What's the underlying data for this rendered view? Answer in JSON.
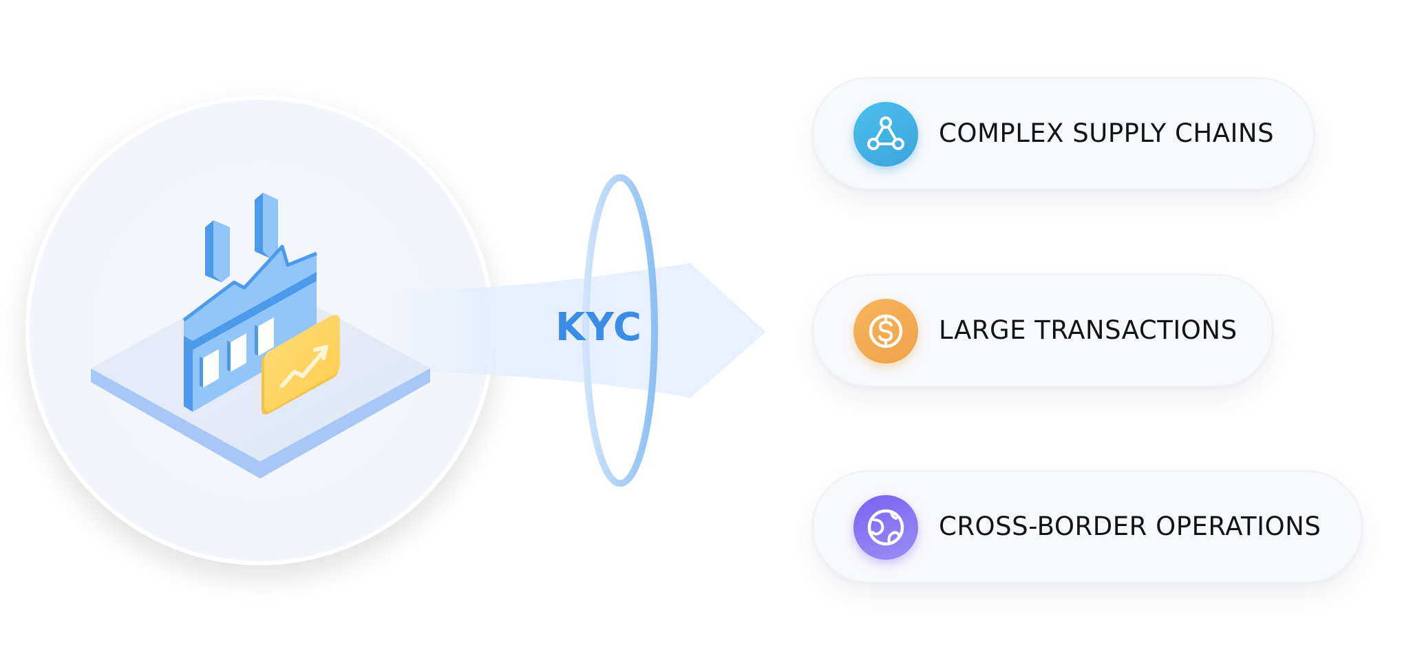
{
  "diagram": {
    "center_label": "KYC",
    "items": [
      {
        "label": "COMPLEX SUPPLY CHAINS",
        "icon": "network-nodes-icon",
        "color": "#3aa4dc"
      },
      {
        "label": "LARGE TRANSACTIONS",
        "icon": "dollar-coin-icon",
        "color": "#eda24a"
      },
      {
        "label": "CROSS-BORDER OPERATIONS",
        "icon": "globe-icon",
        "color": "#7a62f0"
      }
    ],
    "colors": {
      "accent_blue": "#3a8ce6",
      "factory_light": "#92c6f8",
      "factory_dark": "#4d9aea",
      "chart_badge": "#ffd666"
    }
  }
}
